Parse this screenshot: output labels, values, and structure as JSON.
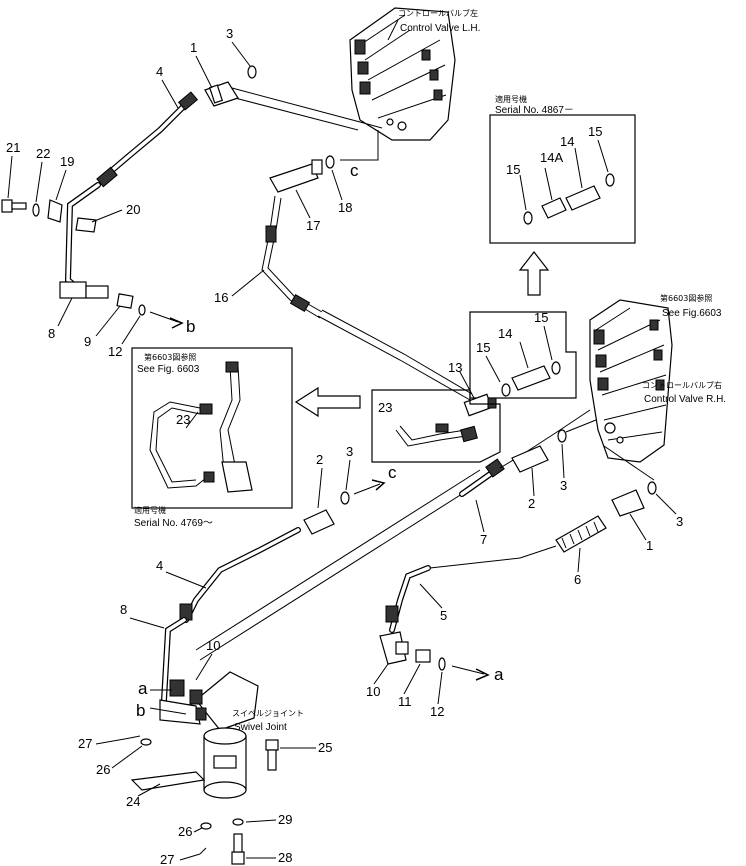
{
  "labels": {
    "cv_left_jp": "コントロールバルブ左",
    "cv_left_en": "Control Valve L.H.",
    "serial_top_jp": "適用号機",
    "serial_top_en": "Serial No. 4867－",
    "fig_ref_right_jp": "第6603図参照",
    "fig_ref_right_en": "See Fig.6603",
    "cv_right_jp": "コントロールバルブ右",
    "cv_right_en": "Control Valve R.H.",
    "fig_ref_inset_jp": "第6603図参照",
    "fig_ref_inset_en": "See Fig. 6603",
    "serial_inset_jp": "適用号機",
    "serial_inset_en": "Serial No. 4769～",
    "swivel_jp": "スイベルジョイント",
    "swivel_en": "Swivel Joint",
    "conn_a": "a",
    "conn_b": "b",
    "conn_c": "c"
  },
  "callouts": {
    "n1_top": "1",
    "n3_top": "3",
    "n4_top": "4",
    "n21": "21",
    "n22": "22",
    "n19": "19",
    "n20": "20",
    "n8_top": "8",
    "n9": "9",
    "n12_top": "12",
    "n17": "17",
    "n18": "18",
    "n16": "16",
    "n15_a": "15",
    "n14_a": "14",
    "n14A": "14A",
    "n15_b": "15",
    "n13": "13",
    "n14_b": "14",
    "n15_c": "15",
    "n15_d": "15",
    "n23_inset": "23",
    "n23_box": "23",
    "n2_a": "2",
    "n3_a": "3",
    "n2_b": "2",
    "n3_b": "3",
    "n7": "7",
    "n1_b": "1",
    "n3_c": "3",
    "n6": "6",
    "n5": "5",
    "n4_b": "4",
    "n8_b": "8",
    "n10_a": "10",
    "n10_b": "10",
    "n11": "11",
    "n12_b": "12",
    "n27_a": "27",
    "n26_a": "26",
    "n24": "24",
    "n25": "25",
    "n26_b": "26",
    "n29": "29",
    "n27_b": "27",
    "n28": "28"
  }
}
